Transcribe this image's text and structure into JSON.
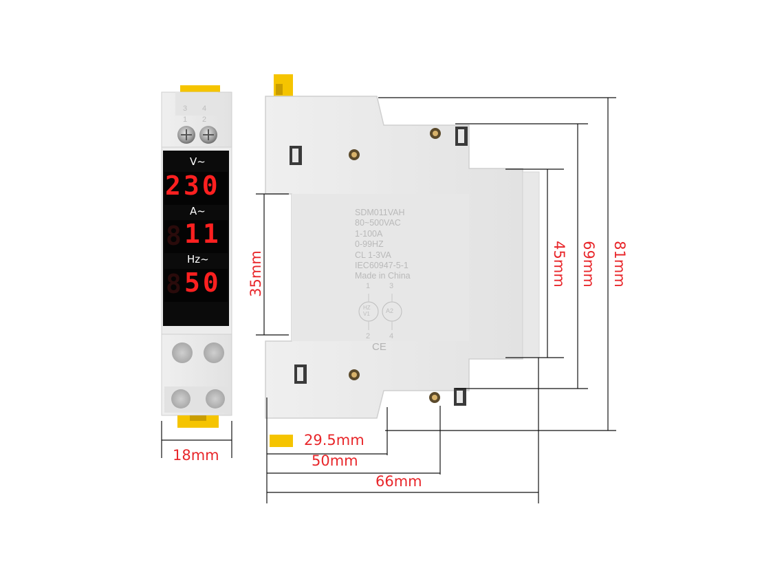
{
  "front": {
    "terminals_top": [
      "3",
      "4",
      "1",
      "2"
    ],
    "labels": {
      "voltage": "V~",
      "current": "A~",
      "frequency": "Hz~"
    },
    "readings": {
      "voltage": "230",
      "current": "11",
      "frequency": "50"
    }
  },
  "side": {
    "spec_lines": [
      "SDM011VAH",
      "80~500VAC",
      "1-100A",
      "0-99HZ",
      "CL 1-3VA",
      "IEC60947-5-1",
      "Made in China"
    ],
    "terminal_numbers": {
      "top_left": "1",
      "top_right": "3",
      "bottom_left": "2",
      "bottom_right": "4"
    },
    "circle_left": [
      "HZ",
      "V1"
    ],
    "circle_right": "A2",
    "ce_mark": "CE"
  },
  "dimensions": {
    "width_front": "18mm",
    "rail": "35mm",
    "depth_1": "29.5mm",
    "depth_2": "50mm",
    "depth_3": "66mm",
    "height_1": "45mm",
    "height_2": "69mm",
    "height_3": "81mm"
  },
  "colors": {
    "accent_red": "#e8262a",
    "led_red": "#ff2020",
    "clip_yellow": "#f5c400",
    "body_grey": "#e9e9e9"
  }
}
